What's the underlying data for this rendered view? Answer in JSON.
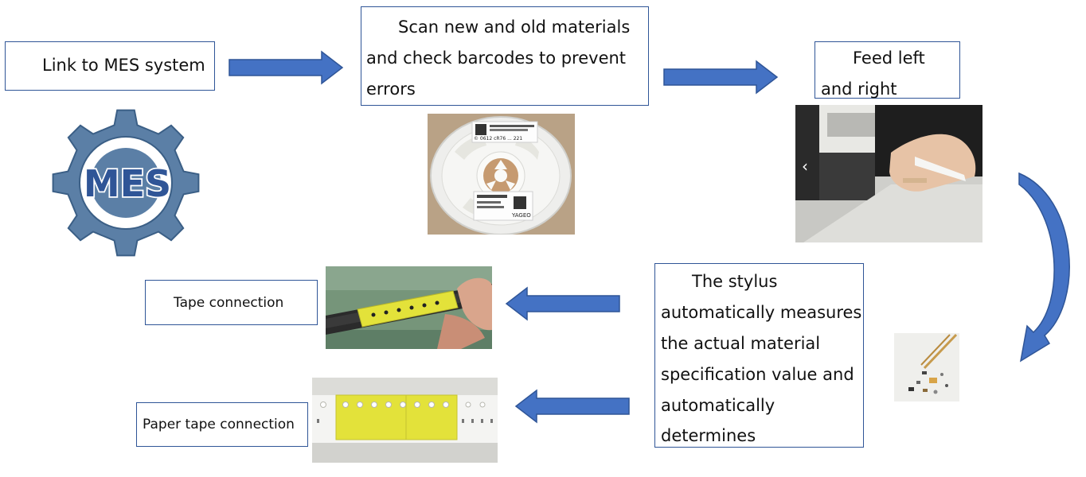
{
  "steps": {
    "link_mes": {
      "text": "Link to MES system"
    },
    "scan": {
      "line1": "Scan new and old materials",
      "line2": "and check barcodes to prevent",
      "line3": "errors"
    },
    "feed": {
      "line1": "Feed left",
      "line2": "and right"
    },
    "stylus": {
      "line1": "The stylus",
      "line2": "automatically measures",
      "line3": "the actual material",
      "line4": "specification value and",
      "line5": "automatically",
      "line6": "determines"
    },
    "tape": {
      "text": "Tape connection"
    },
    "paper_tape": {
      "text": "Paper tape connection"
    }
  },
  "logo": {
    "text": "MES"
  },
  "reel_label": {
    "line1": "© 0612 cR76 ... 221",
    "brand": "YAGEO"
  },
  "photos": {
    "feeder_nav": "‹"
  },
  "colors": {
    "arrow_fill": "#4472c4",
    "arrow_stroke": "#2f5597",
    "box_border": "#2f5597",
    "gear": "#5b7fa6",
    "tape_yellow": "#e3e23a"
  }
}
